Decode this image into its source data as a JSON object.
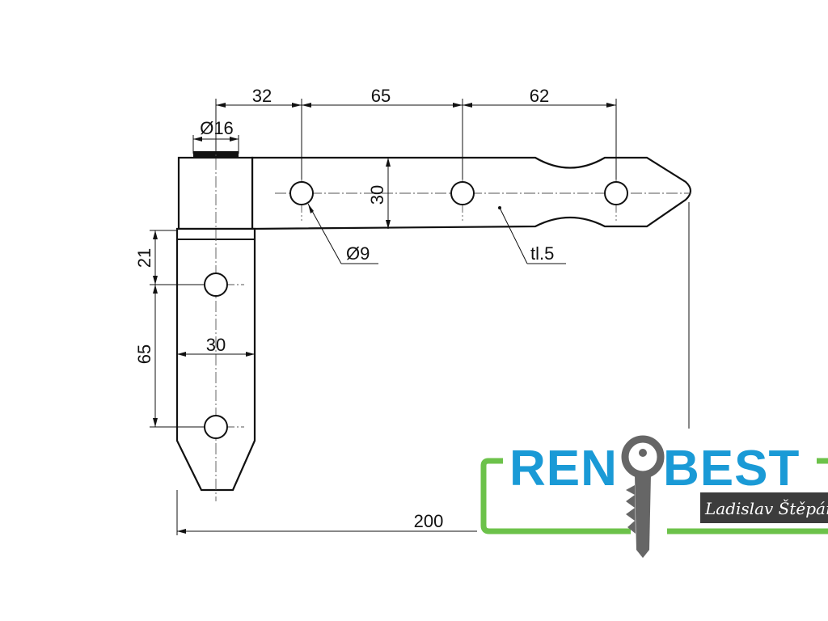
{
  "drawing": {
    "dims": {
      "d32": "32",
      "d65_top": "65",
      "d62": "62",
      "pin_dia": "Ø16",
      "height30": "30",
      "hole_dia": "Ø9",
      "thickness": "tl.5",
      "d21": "21",
      "d65_side": "65",
      "width30": "30",
      "d200": "200"
    }
  },
  "logo": {
    "text_left": "REN",
    "text_right": "BEST",
    "owner": "Ladislav Štěpán",
    "colors": {
      "blue": "#1a9ad6",
      "green": "#6cc24a",
      "key": "#666666",
      "banner": "#3c3c3c"
    },
    "icon": "key-icon"
  }
}
